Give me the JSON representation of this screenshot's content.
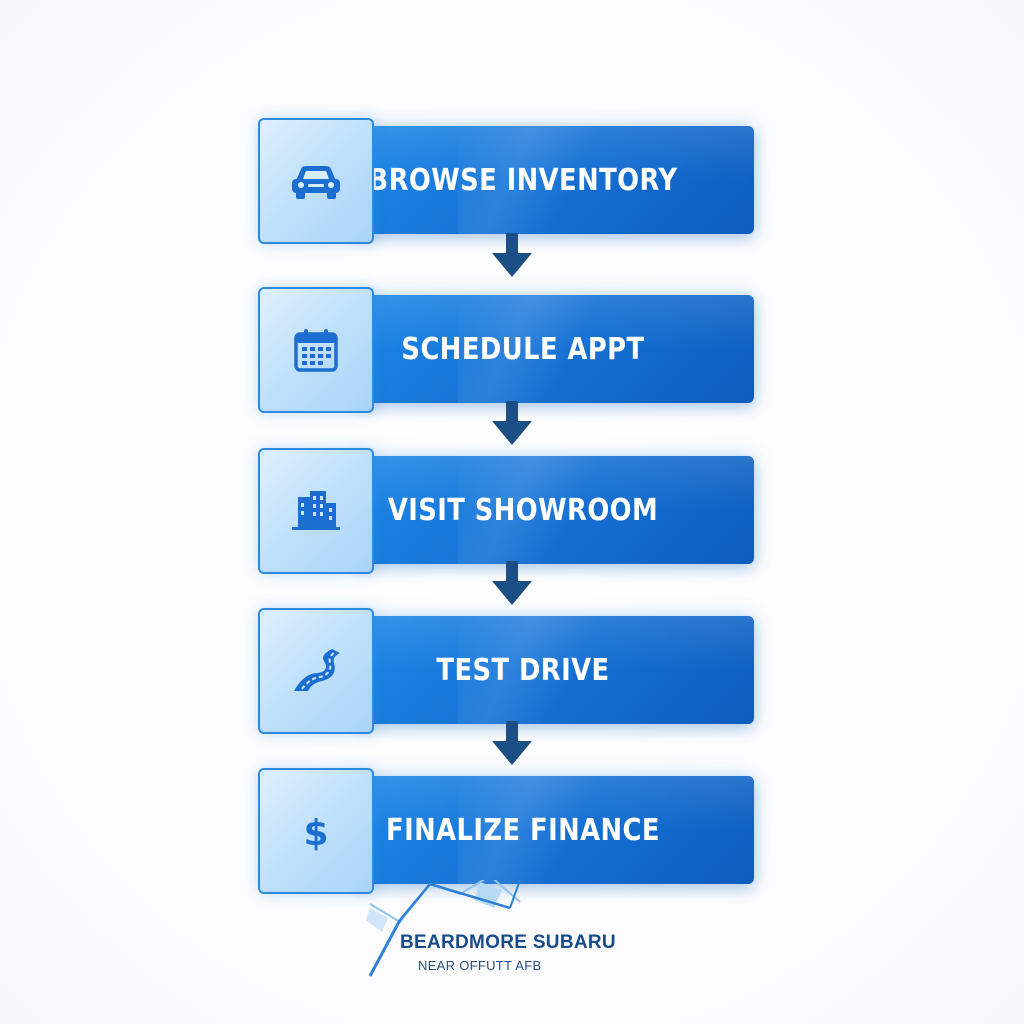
{
  "steps": [
    {
      "label": "BROWSE INVENTORY",
      "icon": "car-icon"
    },
    {
      "label": "SCHEDULE APPT",
      "icon": "calendar-icon"
    },
    {
      "label": "VISIT SHOWROOM",
      "icon": "building-icon"
    },
    {
      "label": "TEST DRIVE",
      "icon": "road-icon"
    },
    {
      "label": "FINALIZE FINANCE",
      "icon": "dollar-icon"
    }
  ],
  "dealer": {
    "name": "BEARDMORE SUBARU",
    "location": "NEAR OFFUTT AFB",
    "icon": "map-icon"
  },
  "colors": {
    "bar": "#1673d6",
    "tile": "#bfe0fb",
    "icon": "#1c6fd1",
    "arrow": "#1b4f86",
    "dealer_text": "#184c8c"
  }
}
